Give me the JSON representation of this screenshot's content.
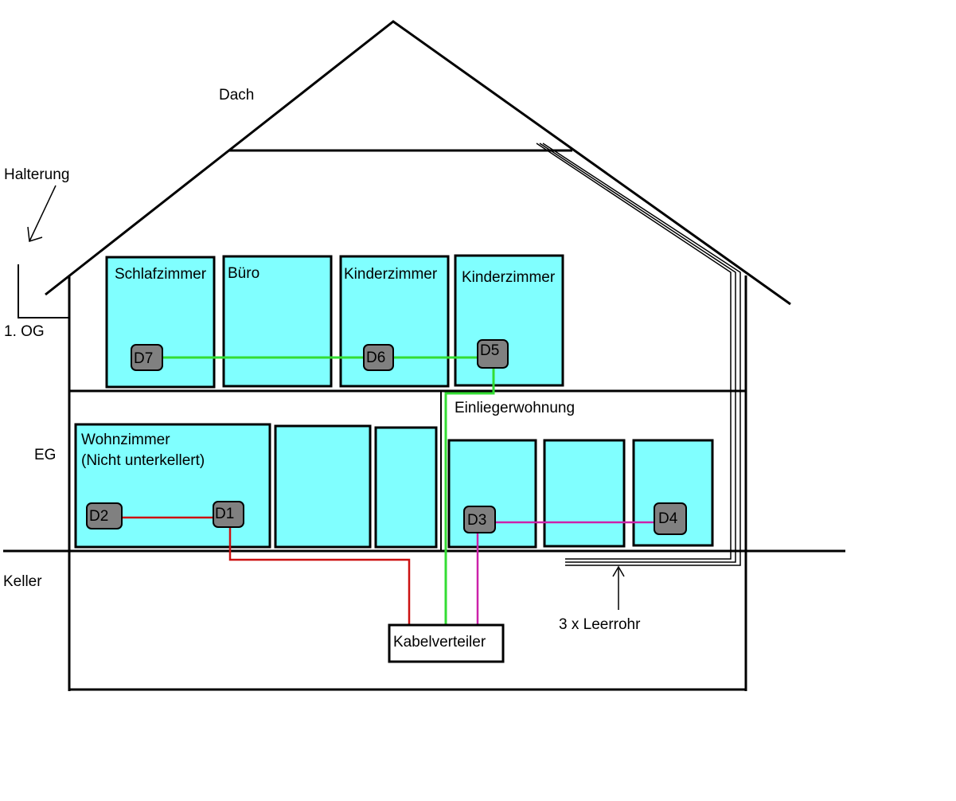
{
  "labels": {
    "dach": "Dach",
    "halterung": "Halterung",
    "og": "1. OG",
    "eg": "EG",
    "keller": "Keller",
    "einliegerwohnung": "Einliegerwohnung",
    "leerrohr": "3 x Leerrohr",
    "kabelverteiler": "Kabelverteiler"
  },
  "rooms": {
    "schlafzimmer": "Schlafzimmer",
    "buero": "Büro",
    "kinderzimmer1": "Kinderzimmer",
    "kinderzimmer2": "Kinderzimmer",
    "wohnzimmer": "Wohnzimmer",
    "wohnzimmer_note": "(Nicht unterkellert)"
  },
  "devices": {
    "d1": "D1",
    "d2": "D2",
    "d3": "D3",
    "d4": "D4",
    "d5": "D5",
    "d6": "D6",
    "d7": "D7"
  },
  "colors": {
    "room_fill": "#80ffff",
    "device_fill": "#808080",
    "line_green": "#33dd33",
    "line_red": "#cc1111",
    "line_magenta": "#cc22aa",
    "outline": "#000000"
  }
}
